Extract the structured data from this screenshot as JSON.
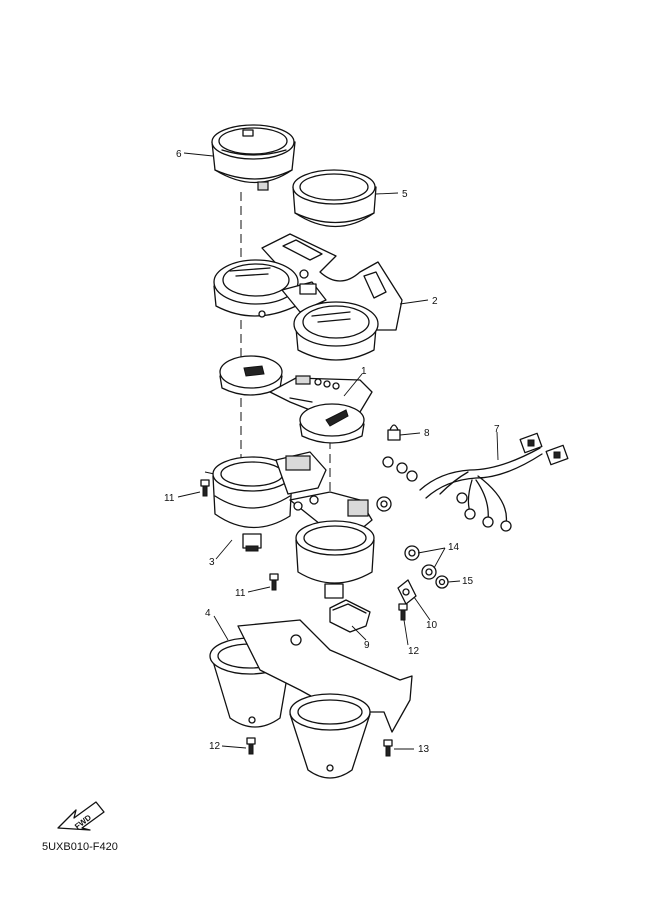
{
  "diagram": {
    "code": "5UXB010-F420",
    "fwd_label": "FWD",
    "callouts": {
      "c1": "1",
      "c2": "2",
      "c3": "3",
      "c4": "4",
      "c5": "5",
      "c6": "6",
      "c7": "7",
      "c8": "8",
      "c9": "9",
      "c10": "10",
      "c11a": "11",
      "c11b": "11",
      "c12a": "12",
      "c12b": "12",
      "c13": "13",
      "c14": "14",
      "c15": "15"
    }
  }
}
